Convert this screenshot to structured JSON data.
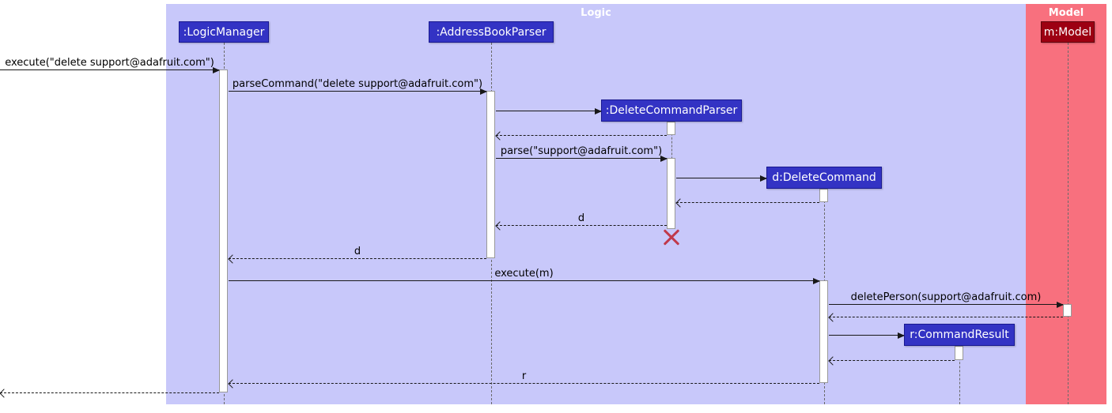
{
  "frames": {
    "logic": {
      "title": "Logic"
    },
    "model": {
      "title": "Model"
    }
  },
  "participants": {
    "logic_manager": {
      "label": ":LogicManager"
    },
    "address_book_parser": {
      "label": ":AddressBookParser"
    },
    "delete_command_parser": {
      "label": ":DeleteCommandParser"
    },
    "delete_command": {
      "label": "d:DeleteCommand"
    },
    "command_result": {
      "label": "r:CommandResult"
    },
    "model": {
      "label": "m:Model"
    }
  },
  "messages": {
    "execute": "execute(\"delete support@adafruit.com\")",
    "parse_command": "parseCommand(\"delete support@adafruit.com\")",
    "parse": "parse(\"support@adafruit.com\")",
    "return_d_to_parser": "d",
    "return_d_to_manager": "d",
    "execute_m": "execute(m)",
    "delete_person": "deletePerson(support@adafruit.com)",
    "return_r": "r"
  },
  "colors": {
    "logic_frame_bg": "#C8C8FA",
    "logic_box_bg": "#3333C4",
    "logic_box_border": "#181890",
    "model_frame_bg": "#F8707E",
    "model_box_bg": "#9D0012",
    "model_box_border": "#5E000B",
    "arrow": "#181818",
    "lifeline": "#6A6A6A",
    "activation_bg": "#FFFFFF",
    "activation_border": "#999999",
    "destroy": "#C0394B",
    "frame_title_text": "#FFFFFF",
    "message_text": "#000000"
  }
}
